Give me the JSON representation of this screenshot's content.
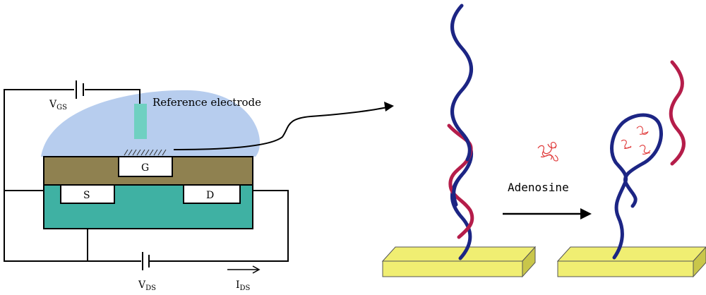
{
  "labels": {
    "vgs": {
      "main": "V",
      "sub": "GS"
    },
    "vds": {
      "main": "V",
      "sub": "DS"
    },
    "ids": {
      "main": "I",
      "sub": "DS"
    },
    "reference": "Reference electrode",
    "gate": "G",
    "source": "S",
    "drain": "D",
    "analyte": "Adenosine"
  },
  "colors": {
    "solution": "#b7cdee",
    "oxide": "#8f8150",
    "substrate": "#3fb1a3",
    "electrode": "#6fd0c1",
    "gold": "#f0ee72",
    "gold_side": "#c9c64a",
    "dna_blue": "#1c2584",
    "dna_red": "#b51d4a",
    "adenosine": "#e03a3a"
  }
}
